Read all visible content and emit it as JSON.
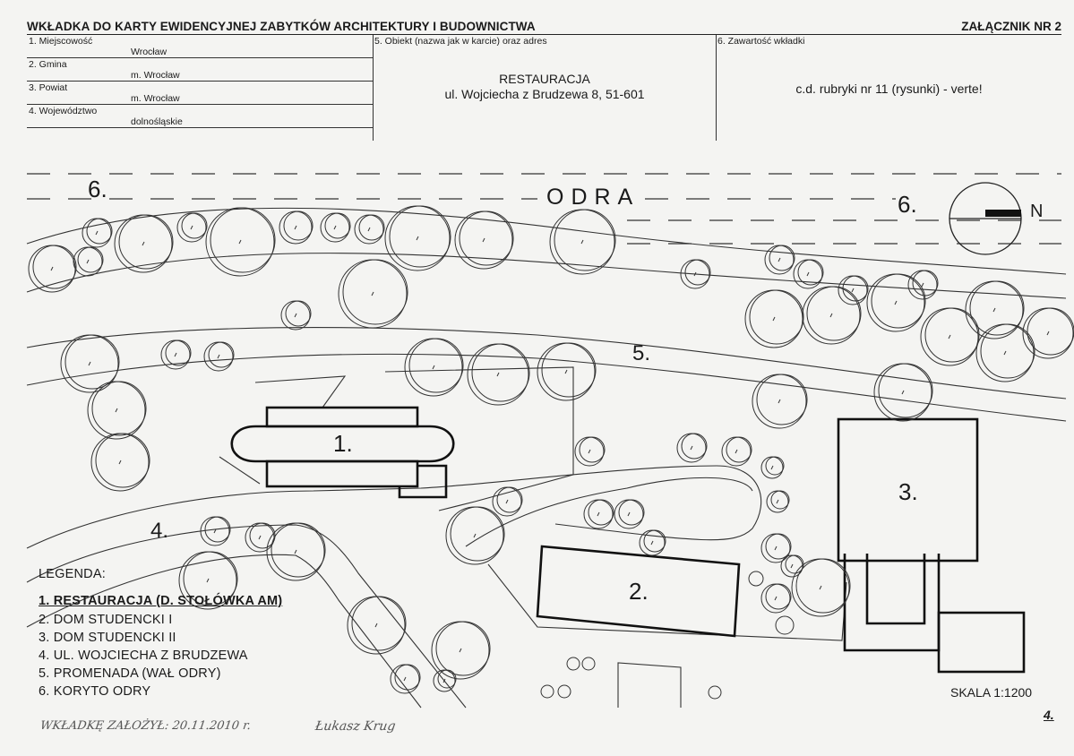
{
  "header": {
    "title": "WKŁADKA DO KARTY EWIDENCYJNEJ ZABYTKÓW ARCHITEKTURY I BUDOWNICTWA",
    "annex": "ZAŁĄCZNIK NR 2",
    "fields": [
      {
        "label": "1. Miejscowość",
        "value": "Wrocław"
      },
      {
        "label": "2. Gmina",
        "value": "m. Wrocław"
      },
      {
        "label": "3. Powiat",
        "value": "m. Wrocław"
      },
      {
        "label": "4. Województwo",
        "value": "dolnośląskie"
      }
    ],
    "object_label": "5. Obiekt (nazwa jak w karcie) oraz adres",
    "object_name": "RESTAURACJA",
    "object_address": "ul. Wojciecha z Brudzewa 8, 51-601",
    "contents_label": "6. Zawartość wkładki",
    "contents_value": "c.d. rubryki nr 11 (rysunki) - verte!"
  },
  "plan": {
    "river_label": "ODRA",
    "north_label": "N",
    "markers": {
      "river_left": "6.",
      "river_right": "6.",
      "promenade": "5.",
      "street": "4.",
      "building1": "1.",
      "building2": "2.",
      "building3": "3."
    }
  },
  "legend": {
    "title": "LEGENDA:",
    "items": [
      "1. RESTAURACJA (D. STOŁÓWKA AM)",
      "2. DOM STUDENCKI I",
      "3. DOM STUDENCKI II",
      "4. UL. WOJCIECHA Z BRUDZEWA",
      "5. PROMENADA (WAŁ ODRY)",
      "6. KORYTO ODRY"
    ]
  },
  "scale": "SKALA 1:1200",
  "page_number": "4.",
  "handwritten": {
    "note": "WKŁADKĘ ZAŁOŻYŁ: 20.11.2010 r.",
    "signature": "Łukasz Krug"
  }
}
